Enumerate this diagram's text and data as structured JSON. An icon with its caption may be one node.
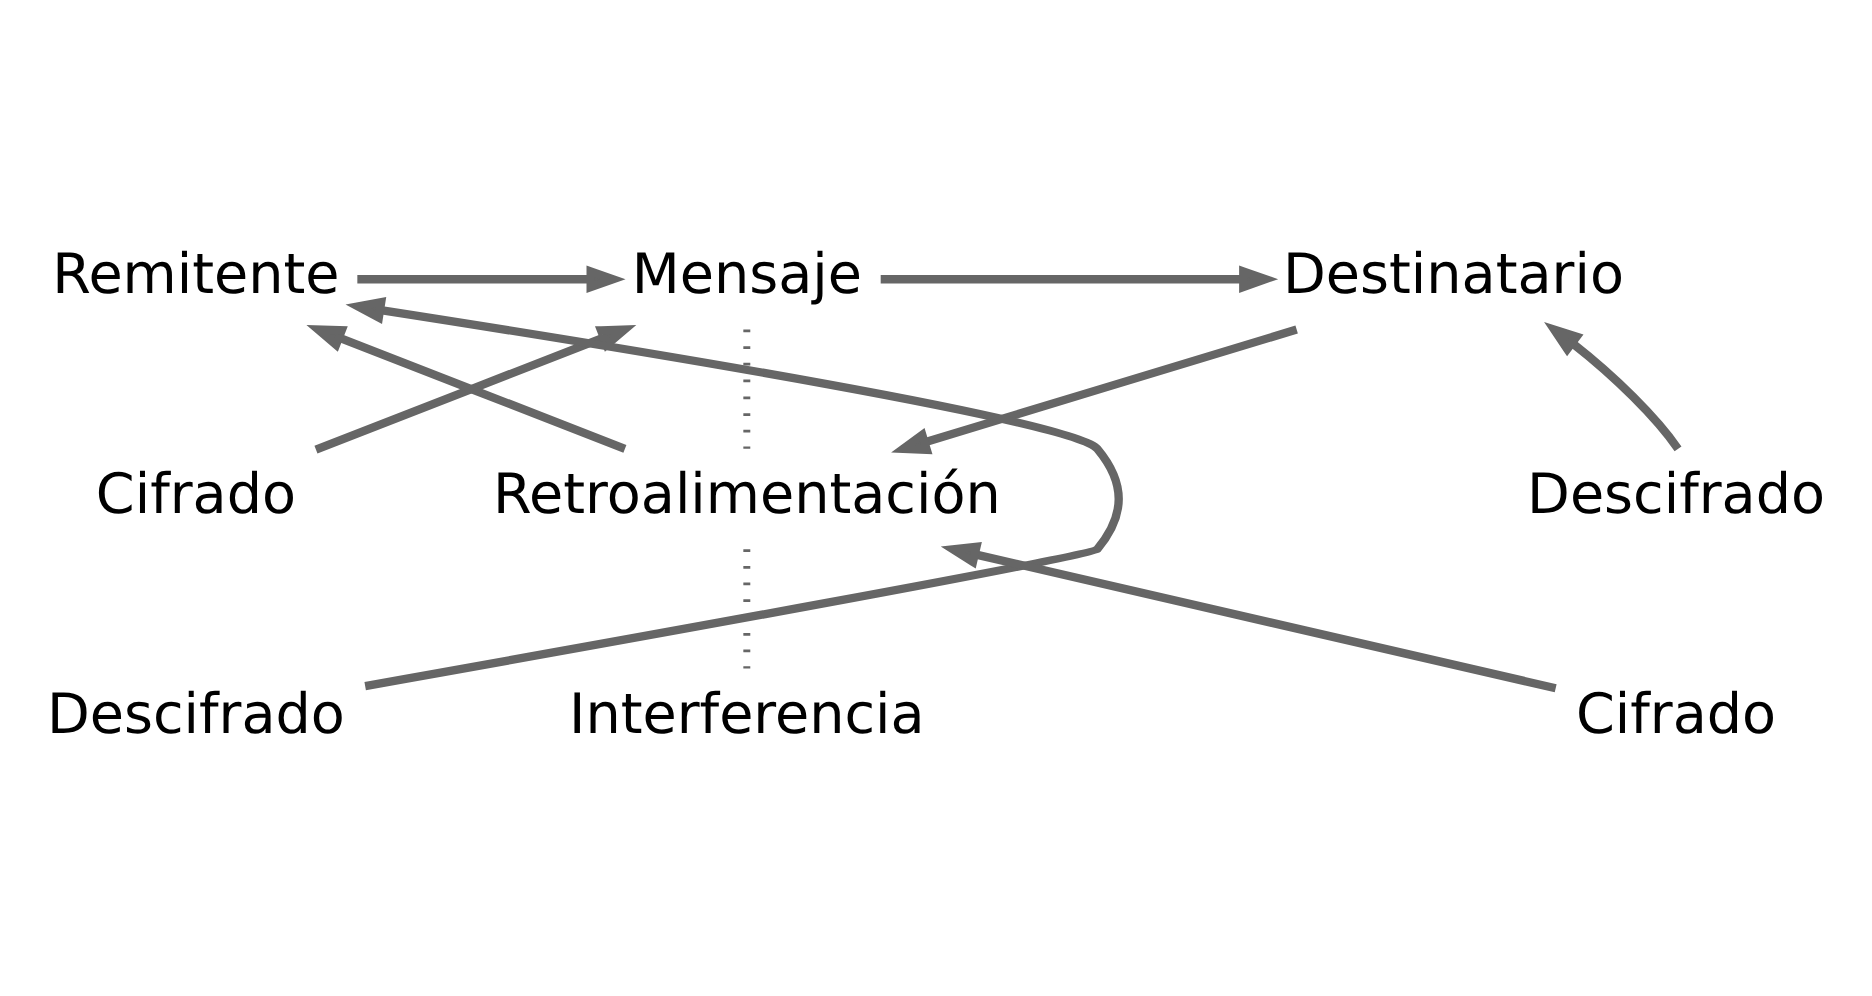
{
  "diagram": {
    "nodes": [
      {
        "text": [
          "Remitente"
        ]
      },
      {
        "text": [
          "Mensaje"
        ]
      },
      {
        "text": [
          "Destinatario"
        ]
      },
      {
        "text": [
          "Cifrado"
        ]
      },
      {
        "text": [
          "Descifrado"
        ]
      },
      {
        "text": [
          "Retroalimentación"
        ]
      },
      {
        "text": [
          "Descifrado"
        ]
      },
      {
        "text": [
          "Interferencia"
        ]
      },
      {
        "text": [
          "Cifrado"
        ]
      }
    ],
    "edges": [
      {
        "from": 0,
        "to": 1,
        "arrow": "to"
      },
      {
        "from": 3,
        "to": 1,
        "arrow": "to"
      },
      {
        "from": 1,
        "to": 2,
        "arrow": "to"
      },
      {
        "from": 4,
        "to": 2,
        "arrow": "to"
      },
      {
        "from": 2,
        "to": 5,
        "arrow": "to"
      },
      {
        "from": 8,
        "to": 5,
        "arrow": "to"
      },
      {
        "from": 5,
        "to": 0,
        "arrow": "to"
      },
      {
        "from": 6,
        "to": 0,
        "arrow": "to"
      },
      {
        "from": 1,
        "to": 5,
        "arrow": "none",
        "style": "dashed"
      },
      {
        "from": 5,
        "to": 7,
        "arrow": "none",
        "style": "dashed"
      }
    ]
  }
}
